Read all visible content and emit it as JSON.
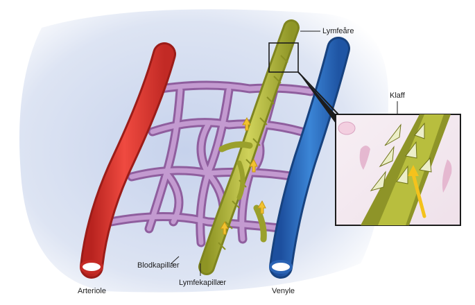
{
  "labels": {
    "lymph_vessel": "Lymfeåre",
    "valve": "Klaff",
    "blood_capillaries": "Blodkapillær",
    "lymph_capillaries": "Lymfekapillær",
    "arteriole": "Arteriole",
    "venule": "Venyle"
  },
  "colors": {
    "arteriole": "#e53a33",
    "venule": "#2b6fc4",
    "capillary_network": "#b68ec2",
    "lymph_vessel": "#b3ba3a",
    "flow_arrow": "#f2c230",
    "background_tint": "#c9d4ec"
  }
}
